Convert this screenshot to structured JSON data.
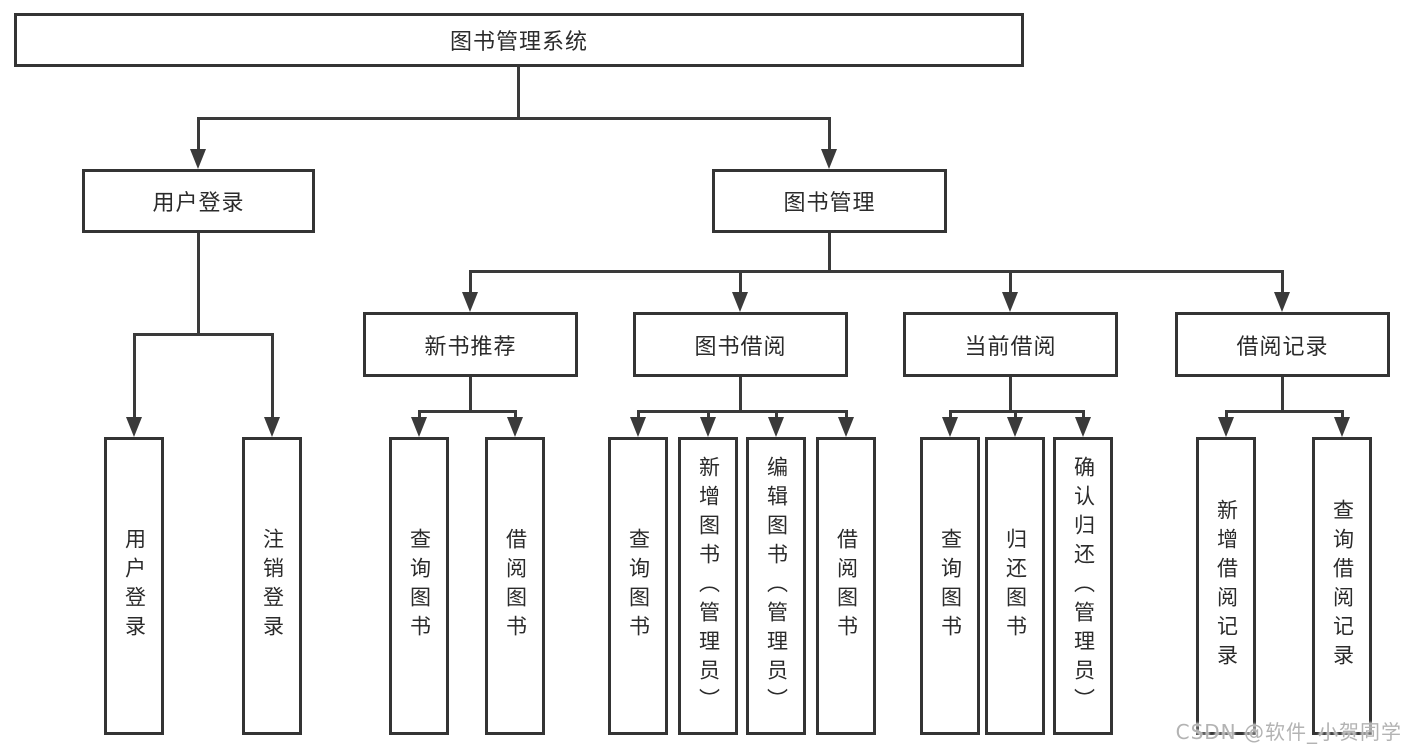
{
  "diagram": {
    "type": "hierarchy-tree",
    "colors": {
      "background": "#ffffff",
      "line": "#3a3a3a",
      "box_border": "#343434",
      "box_fill": "#ffffff",
      "text": "#2b2b2b",
      "watermark": "#b3b3b3"
    },
    "tree": {
      "label": "图书管理系统",
      "children": [
        {
          "label": "用户登录",
          "children": [
            {
              "label": "用户登录"
            },
            {
              "label": "注销登录"
            }
          ]
        },
        {
          "label": "图书管理",
          "children": [
            {
              "label": "新书推荐",
              "children": [
                {
                  "label": "查询图书"
                },
                {
                  "label": "借阅图书"
                }
              ]
            },
            {
              "label": "图书借阅",
              "children": [
                {
                  "label": "查询图书"
                },
                {
                  "label": "新增图书（管理员）"
                },
                {
                  "label": "编辑图书（管理员）"
                },
                {
                  "label": "借阅图书"
                }
              ]
            },
            {
              "label": "当前借阅",
              "children": [
                {
                  "label": "查询图书"
                },
                {
                  "label": "归还图书"
                },
                {
                  "label": "确认归还（管理员）"
                }
              ]
            },
            {
              "label": "借阅记录",
              "children": [
                {
                  "label": "新增借阅记录"
                },
                {
                  "label": "查询借阅记录"
                }
              ]
            }
          ]
        }
      ]
    },
    "watermark": {
      "text": "CSDN @软件_小贺同学"
    }
  }
}
